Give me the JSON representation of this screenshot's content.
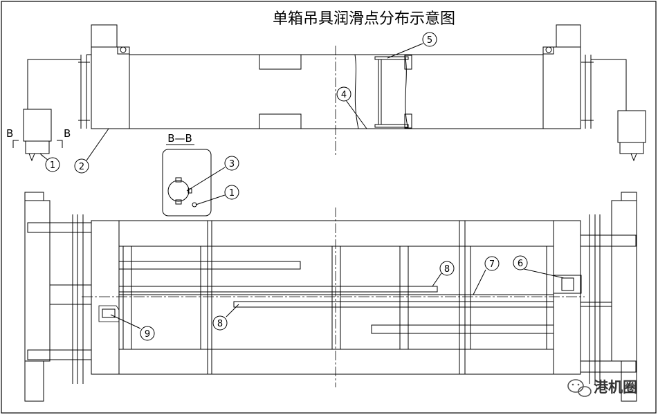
{
  "title": "单箱吊具润滑点分布示意图",
  "section_label": "B—B",
  "section_marks": [
    "B",
    "B"
  ],
  "callouts": [
    "1",
    "2",
    "3",
    "1",
    "4",
    "5",
    "6",
    "7",
    "8",
    "8",
    "9"
  ],
  "watermark": {
    "text": "港机圈",
    "icon": "wechat-icon"
  },
  "colors": {
    "line": "#000000",
    "background": "#ffffff",
    "watermark": "#333333"
  }
}
